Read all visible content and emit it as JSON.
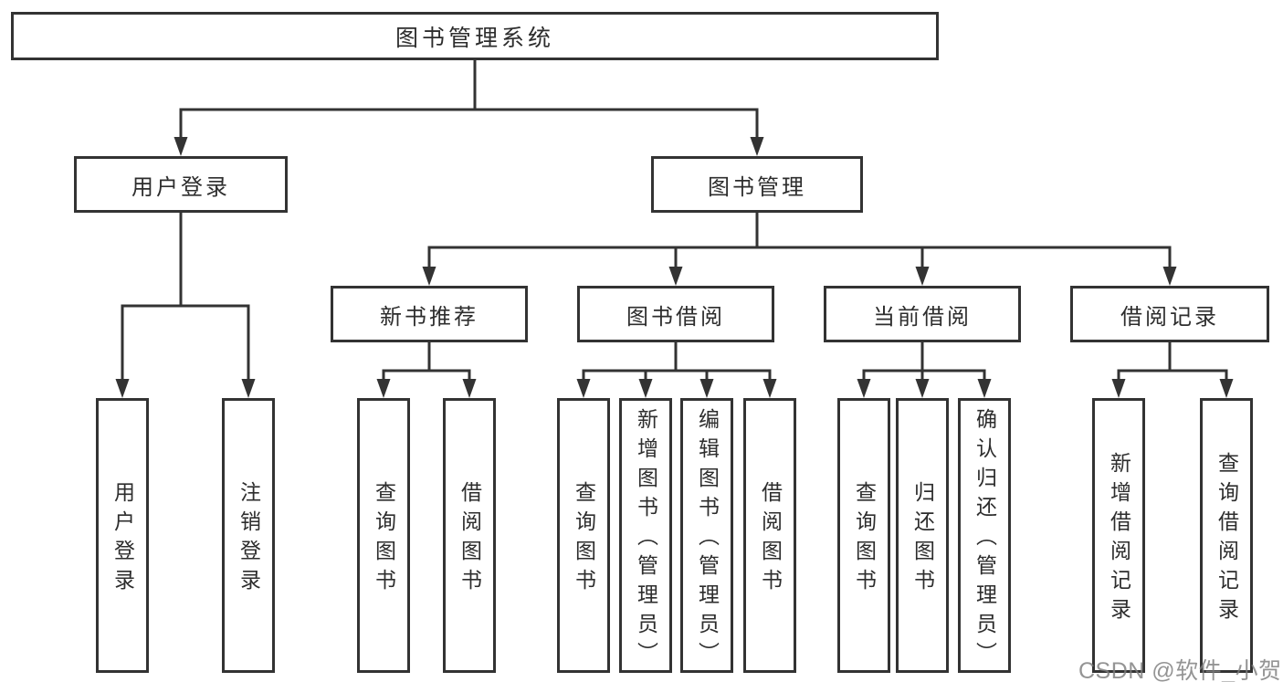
{
  "diagram": {
    "root": {
      "label": "图书管理系统"
    },
    "branches": [
      {
        "label": "用户登录",
        "children": [
          {
            "label": "用户登录"
          },
          {
            "label": "注销登录"
          }
        ]
      },
      {
        "label": "图书管理",
        "children": [
          {
            "label": "新书推荐",
            "children": [
              {
                "label": "查询图书"
              },
              {
                "label": "借阅图书"
              }
            ]
          },
          {
            "label": "图书借阅",
            "children": [
              {
                "label": "查询图书"
              },
              {
                "label": "新增图书（管理员）"
              },
              {
                "label": "编辑图书（管理员）"
              },
              {
                "label": "借阅图书"
              }
            ]
          },
          {
            "label": "当前借阅",
            "children": [
              {
                "label": "查询图书"
              },
              {
                "label": "归还图书"
              },
              {
                "label": "确认归还（管理员）"
              }
            ]
          },
          {
            "label": "借阅记录",
            "children": [
              {
                "label": "新增借阅记录"
              },
              {
                "label": "查询借阅记录"
              }
            ]
          }
        ]
      }
    ],
    "colors": {
      "line": "#333333",
      "box_border": "#333333",
      "text": "#2d2d2d",
      "background": "#ffffff",
      "watermark": "#7d7d7d"
    },
    "watermark": "CSDN @软件_小贺同学"
  }
}
